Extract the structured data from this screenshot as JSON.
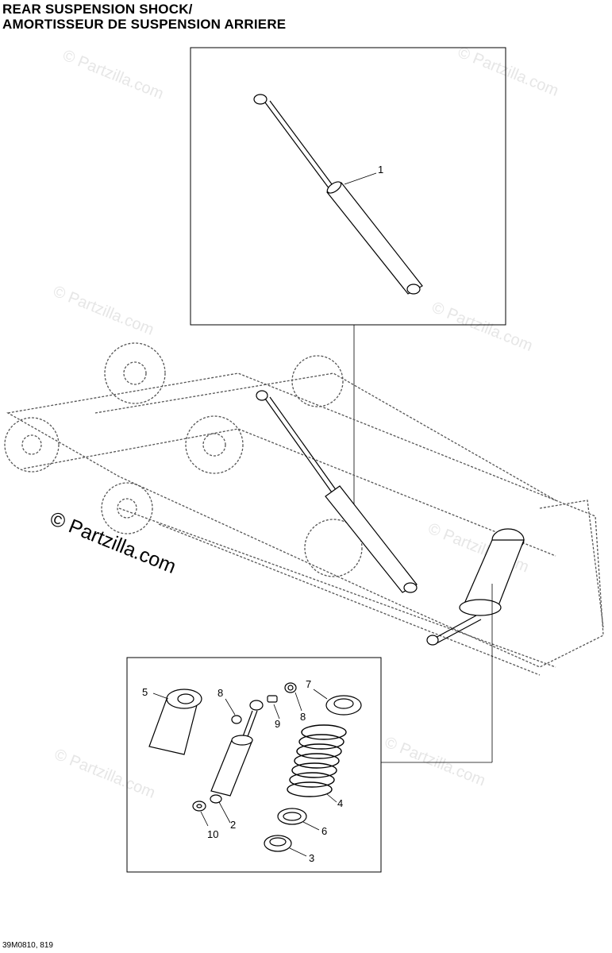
{
  "title_line1": "REAR SUSPENSION SHOCK/",
  "title_line2": "AMORTISSEUR DE SUSPENSION ARRIERE",
  "watermark": "© Partzilla.com",
  "footer_code": "39M0810, 819",
  "callouts": {
    "c1": "1",
    "c2": "2",
    "c3": "3",
    "c4": "4",
    "c5": "5",
    "c6": "6",
    "c7": "7",
    "c8a": "8",
    "c8b": "8",
    "c9": "9",
    "c10": "10"
  }
}
